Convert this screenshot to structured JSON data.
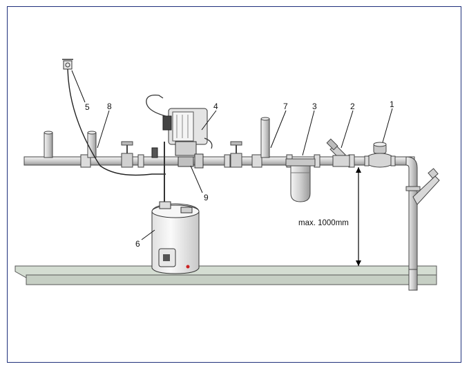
{
  "diagram": {
    "callouts": [
      {
        "id": "1",
        "label": "1"
      },
      {
        "id": "2",
        "label": "2"
      },
      {
        "id": "3",
        "label": "3"
      },
      {
        "id": "4",
        "label": "4"
      },
      {
        "id": "5",
        "label": "5"
      },
      {
        "id": "6",
        "label": "6"
      },
      {
        "id": "7",
        "label": "7"
      },
      {
        "id": "8",
        "label": "8"
      },
      {
        "id": "9",
        "label": "9"
      }
    ],
    "dimension_label": "max. 1000mm",
    "colors": {
      "frame": "#1e2f7a",
      "pipe": "#d9d9d9",
      "outline": "#333333",
      "floor": "#d4ddd2",
      "tank": "#f2f2f2",
      "indicator": "#cc2222"
    }
  }
}
